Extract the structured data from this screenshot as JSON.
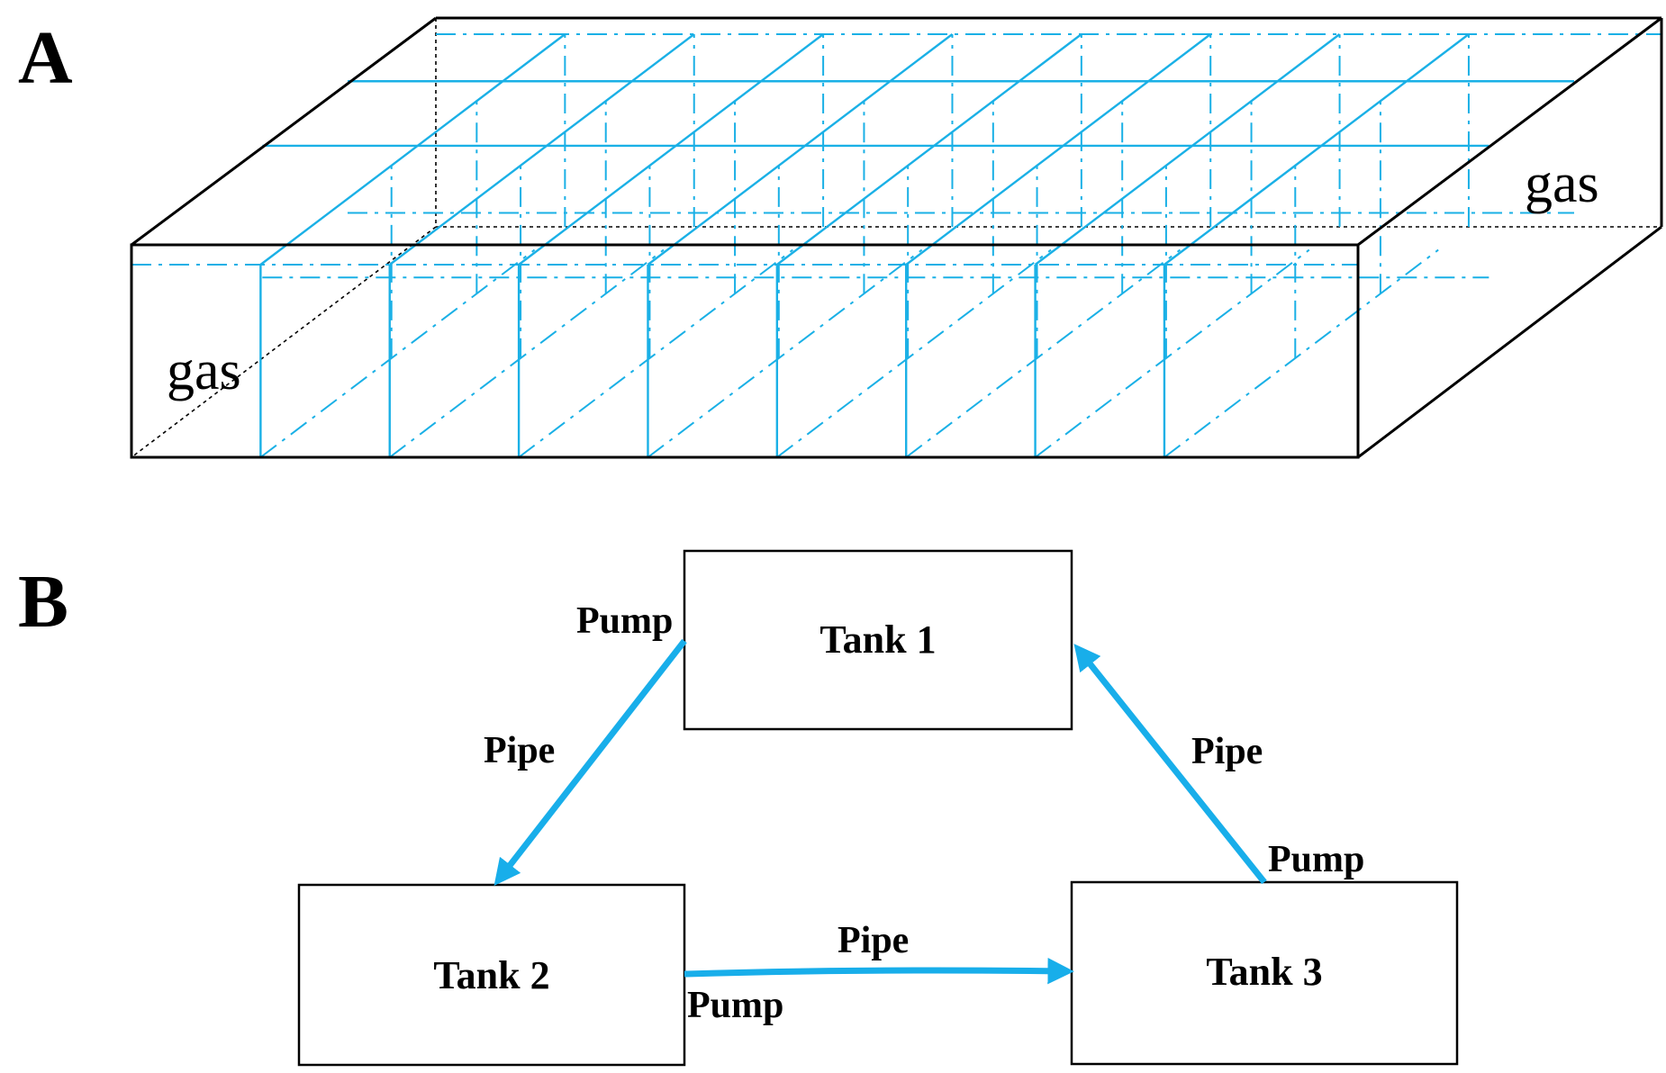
{
  "panels": {
    "a": {
      "label": "A",
      "gas_left": "gas",
      "gas_right": "gas"
    },
    "b": {
      "label": "B"
    }
  },
  "tanks": {
    "tank1": "Tank 1",
    "tank2": "Tank 2",
    "tank3": "Tank 3"
  },
  "connections": [
    {
      "from": "Tank 1",
      "to": "Tank 2",
      "pump_label": "Pump",
      "pipe_label": "Pipe"
    },
    {
      "from": "Tank 2",
      "to": "Tank 3",
      "pump_label": "Pump",
      "pipe_label": "Pipe"
    },
    {
      "from": "Tank 3",
      "to": "Tank 1",
      "pump_label": "Pump",
      "pipe_label": "Pipe"
    }
  ],
  "colors": {
    "grid": "#1ab0e6",
    "flow": "#18aeea",
    "outline": "#000000"
  }
}
